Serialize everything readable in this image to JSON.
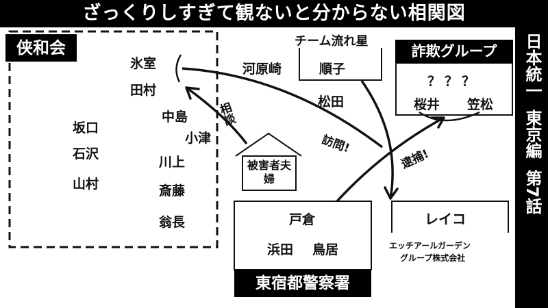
{
  "header": {
    "title": "ざっくりしすぎて観ないと分からない相関図"
  },
  "side": {
    "show": "日本統一",
    "sub": "東京編",
    "ep": "第7話"
  },
  "groups": {
    "kyowa": {
      "label": "侠和会",
      "members_left": [
        "坂口",
        "石沢",
        "山村"
      ],
      "members_mid": [
        "中島",
        "川上",
        "斎藤",
        "翁長"
      ],
      "members_top": [
        "氷室",
        "田村"
      ],
      "member_kotsu": "小津"
    },
    "comet": {
      "label": "チーム流れ星",
      "member": "順子"
    },
    "outside": {
      "kawarazaki": "河原崎",
      "matsuda": "松田"
    },
    "fraud": {
      "label": "詐欺グループ",
      "unknown": "？？？",
      "members": [
        "桜井",
        "笠松"
      ]
    },
    "victims": {
      "label": "被害者夫婦"
    },
    "police": {
      "label": "東宿都警察署",
      "members_top": "戸倉",
      "members_bottom": [
        "浜田",
        "鳥居"
      ]
    },
    "reiko": {
      "label": "レイコ",
      "company": "エッチアールガーデン",
      "company2": "グループ株式会社"
    }
  },
  "relations": {
    "consult": "相談",
    "visit": "訪問!",
    "arrest": "逮捕!"
  }
}
